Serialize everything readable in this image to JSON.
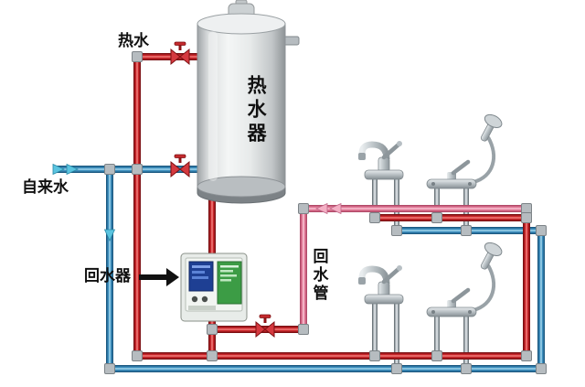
{
  "labels": {
    "hot_water": "热水",
    "tap_water": "自来水",
    "return_device": "回水器",
    "return_pipe": "回水管",
    "water_heater": "热水器"
  },
  "colors": {
    "hot-pipe": "#c8262b",
    "hot-pipe-dark": "#7c1013",
    "hot-pipe-light": "#ef7a77",
    "cold-pipe": "#3e8fbe",
    "cold-pipe-dark": "#1c5a82",
    "cold-pipe-light": "#9ed3ea",
    "return-pipe": "#e27a97",
    "return-pipe-dark": "#b14a68",
    "return-pipe-light": "#f6c0d0",
    "valve-red": "#c42a2d",
    "arrow-cyan": "#5ac4e0",
    "arrow-pink": "#f4afc4",
    "label-text": "#101010",
    "screen-blue": "#1e3f93",
    "board-green": "#3c9c45"
  },
  "components": [
    "water-heater-tank",
    "recirculation-controller",
    "basin-faucet-upper",
    "shower-mixer-upper",
    "basin-faucet-lower",
    "shower-mixer-lower",
    "valve-hot-outlet",
    "valve-tap-inlet",
    "valve-return",
    "hot-water-loop",
    "cold-water-supply",
    "return-water-loop"
  ]
}
